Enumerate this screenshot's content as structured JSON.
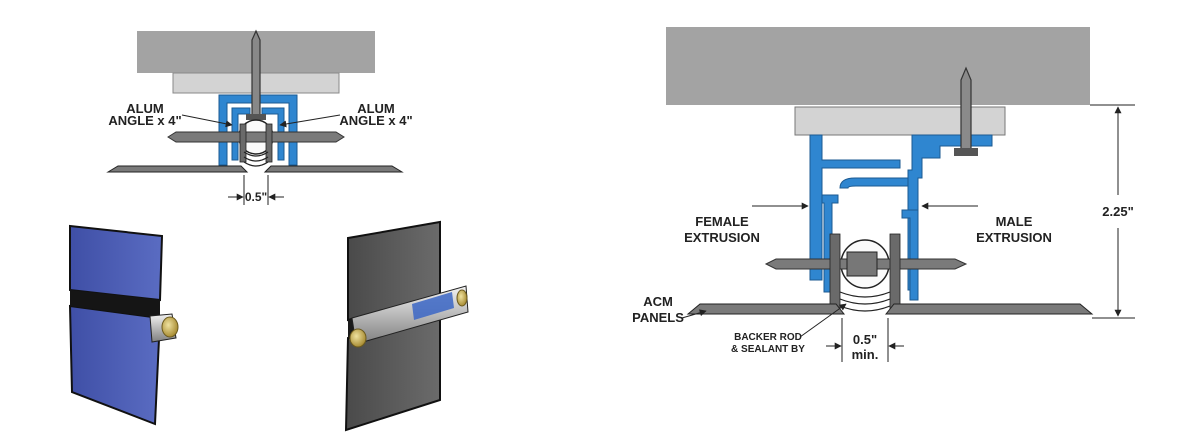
{
  "left_detail": {
    "label_left_line1": "ALUM",
    "label_left_line2": "ANGLE x 4\"",
    "label_right_line1": "ALUM",
    "label_right_line2": "ANGLE x 4\"",
    "gap_dim": "0.5\""
  },
  "right_detail": {
    "female_line1": "FEMALE",
    "female_line2": "EXTRUSION",
    "male_line1": "MALE",
    "male_line2": "EXTRUSION",
    "acm_line1": "ACM",
    "acm_line2": "PANELS",
    "backer_line1": "BACKER ROD",
    "backer_line2": "& SEALANT BY",
    "gap_line1": "0.5\"",
    "gap_line2": "min.",
    "height_dim": "2.25\""
  },
  "colors": {
    "extrusion_blue": "#2f86d0",
    "structure_gray": "#a3a3a3",
    "plate_gray": "#d3d3d3",
    "panel_blue": "#4b5fb5",
    "panel_dark": "#565656",
    "sealant_gold": "#c9b15a"
  }
}
